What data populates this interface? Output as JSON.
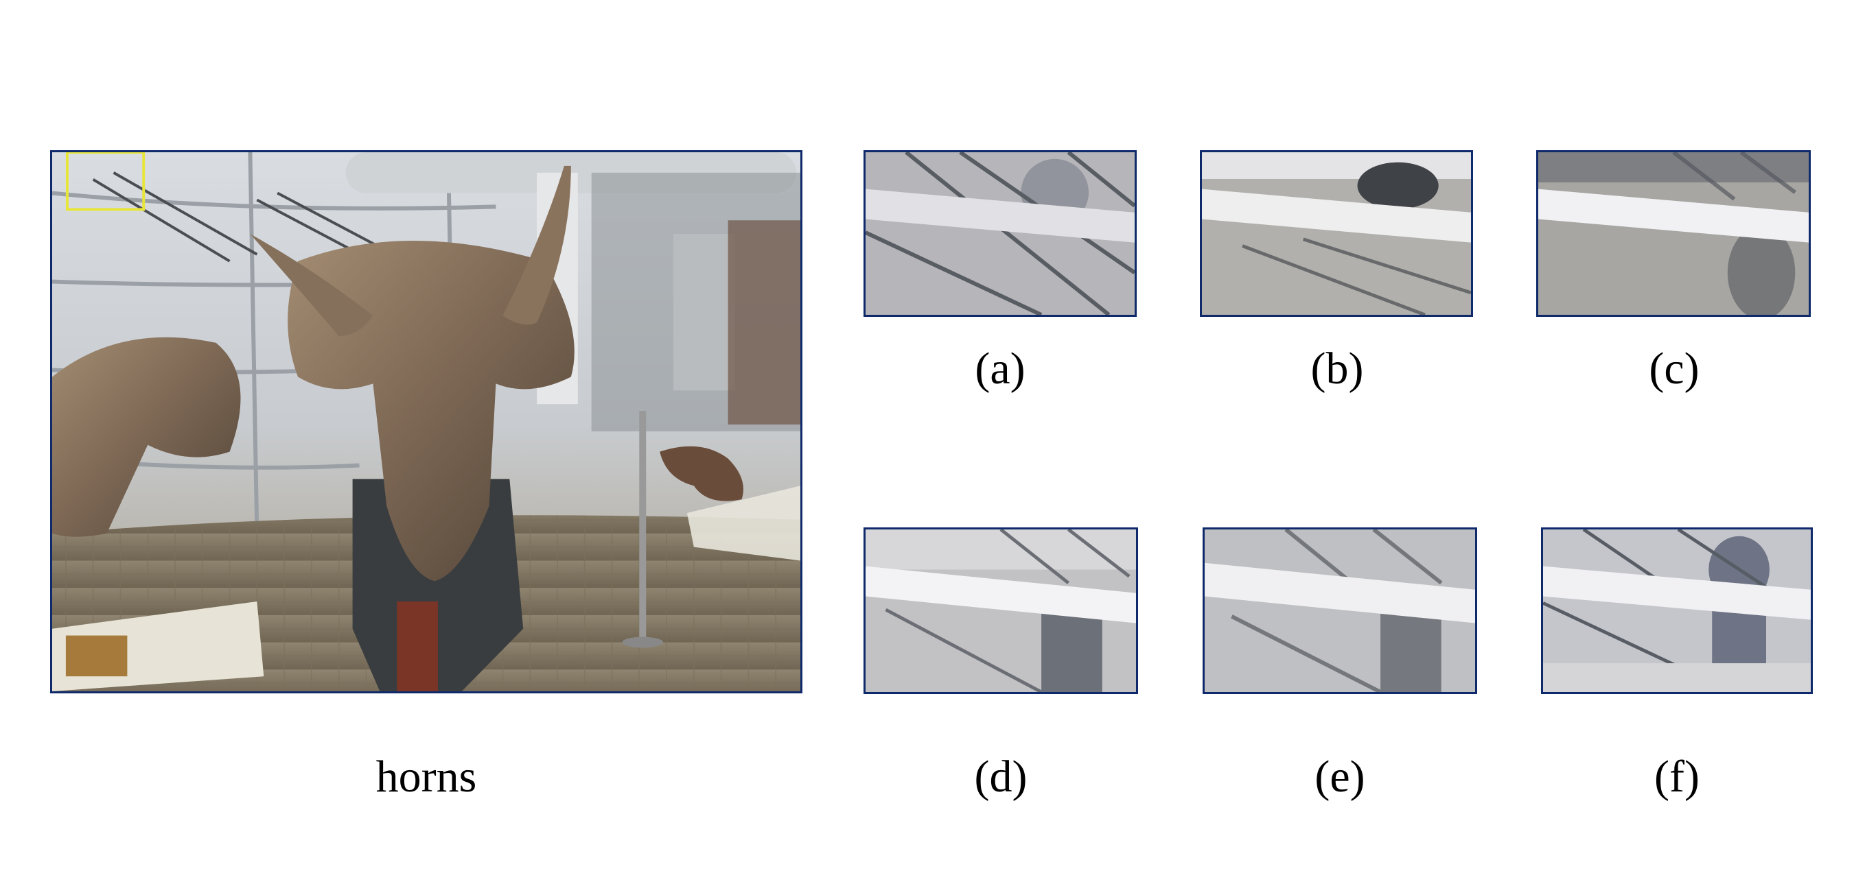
{
  "figure": {
    "main_caption": "horns",
    "colors": {
      "frame_border": "#0f2a6b",
      "highlight_box": "#e8e53a"
    },
    "panels": [
      {
        "id": "a",
        "label": "(a)"
      },
      {
        "id": "b",
        "label": "(b)"
      },
      {
        "id": "c",
        "label": "(c)"
      },
      {
        "id": "d",
        "label": "(d)"
      },
      {
        "id": "e",
        "label": "(e)"
      },
      {
        "id": "f",
        "label": "(f)"
      }
    ]
  }
}
